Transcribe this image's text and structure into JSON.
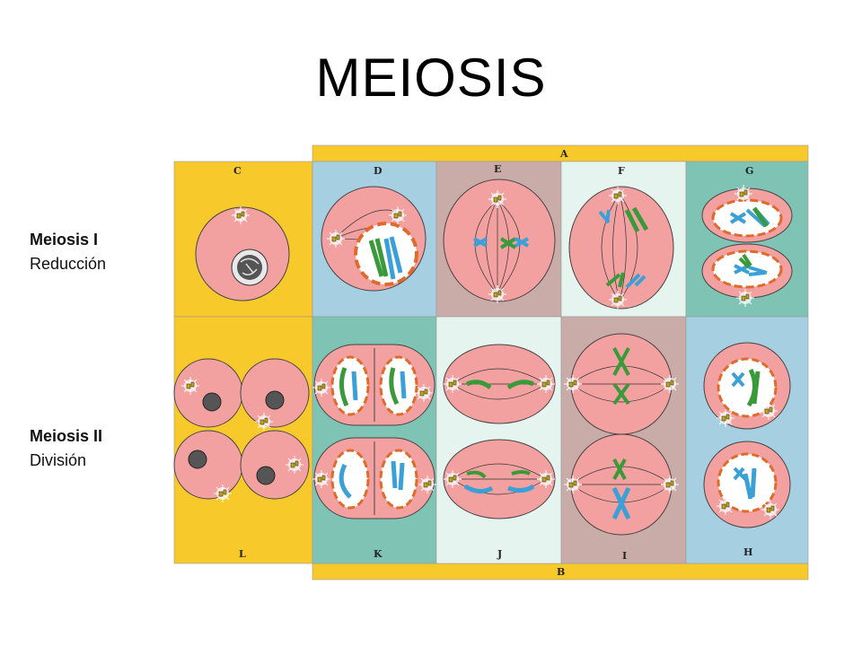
{
  "title": "MEIOSIS",
  "side_labels": {
    "meiosis_1": {
      "name": "Meiosis I",
      "subtitle": "Reducción"
    },
    "meiosis_2": {
      "name": "Meiosis II",
      "subtitle": "División"
    }
  },
  "diagram": {
    "panel_letters": {
      "A": "A",
      "B": "B",
      "C": "C",
      "D": "D",
      "E": "E",
      "F": "F",
      "G": "G",
      "H": "H",
      "I": "I",
      "J": "J",
      "K": "K",
      "L": "L"
    },
    "colors": {
      "band_yellow": "#f7c92a",
      "panel_blue": "#a6d0e2",
      "panel_mauve": "#c9aba8",
      "panel_mint": "#e6f4f0",
      "panel_teal": "#7fc3b5",
      "cell_pink": "#f3a0a0",
      "chrom_green": "#3a9a3a",
      "chrom_blue": "#3aa0d8",
      "nuclear_envelope": "#e06a2a"
    }
  }
}
